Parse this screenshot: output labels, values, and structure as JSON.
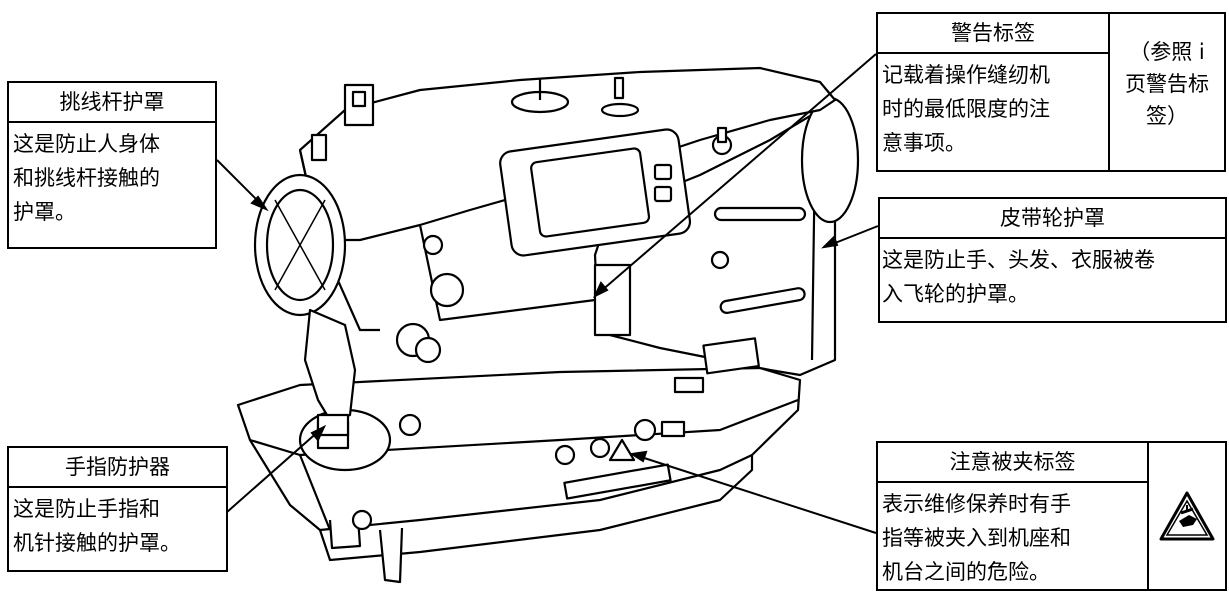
{
  "labels": {
    "thread_takeup_cover": {
      "title": "挑线杆护罩",
      "lines": [
        "这是防止人身体",
        "和挑线杆接触的",
        "护罩。"
      ]
    },
    "finger_guard": {
      "title": "手指防护器",
      "lines": [
        "这是防止手指和",
        "机针接触的护罩。"
      ]
    },
    "warning_label": {
      "title": "警告标签",
      "lines": [
        "记载着操作缝纫机",
        "时的最低限度的注",
        "意事项。"
      ],
      "side_lines": [
        "（参照 i",
        "页警告标",
        "签）"
      ]
    },
    "belt_cover": {
      "title": "皮带轮护罩",
      "lines": [
        "这是防止手、头发、衣服被卷",
        "入飞轮的护罩。"
      ]
    },
    "pinch_label": {
      "title": "注意被夹标签",
      "lines": [
        "表示维修保养时有手",
        "指等被夹入到机座和",
        "机台之间的危险。"
      ]
    }
  }
}
